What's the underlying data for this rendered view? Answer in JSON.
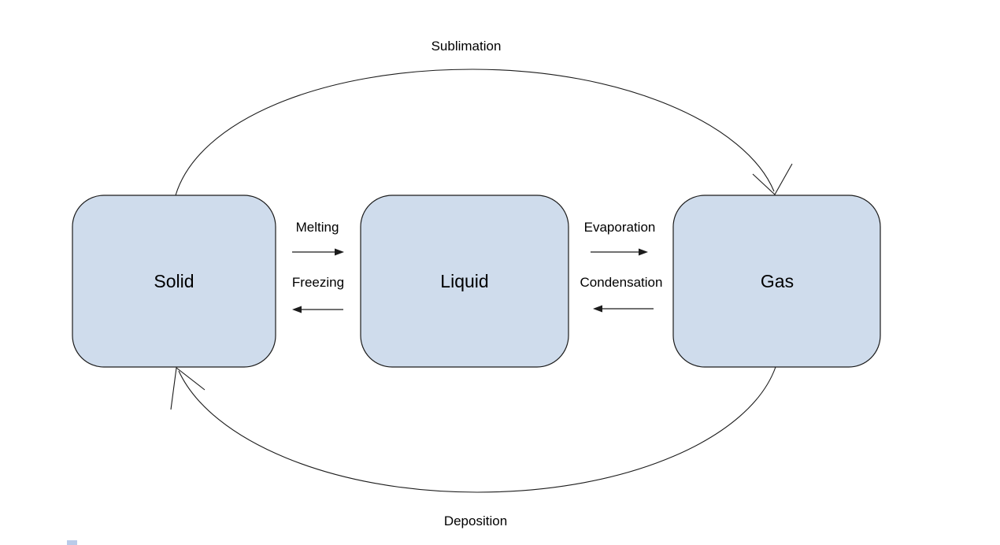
{
  "diagram": {
    "type": "state-transition-diagram",
    "nodes": [
      {
        "label": "Solid"
      },
      {
        "label": "Liquid"
      },
      {
        "label": "Gas"
      }
    ],
    "transitions": [
      {
        "label": "Melting",
        "from": "Solid",
        "to": "Liquid",
        "style": "straight-right"
      },
      {
        "label": "Freezing",
        "from": "Liquid",
        "to": "Solid",
        "style": "straight-left"
      },
      {
        "label": "Evaporation",
        "from": "Liquid",
        "to": "Gas",
        "style": "straight-right"
      },
      {
        "label": "Condensation",
        "from": "Gas",
        "to": "Liquid",
        "style": "straight-left"
      },
      {
        "label": "Sublimation",
        "from": "Solid",
        "to": "Gas",
        "style": "curved-over-top"
      },
      {
        "label": "Deposition",
        "from": "Gas",
        "to": "Solid",
        "style": "curved-under-bottom"
      }
    ],
    "colors": {
      "node_fill": "#cfdcec",
      "node_stroke": "#1c1c1c",
      "line": "#1c1c1c",
      "text": "#000000",
      "background": "#ffffff",
      "corner_artifact": "#b9cbe9"
    }
  }
}
